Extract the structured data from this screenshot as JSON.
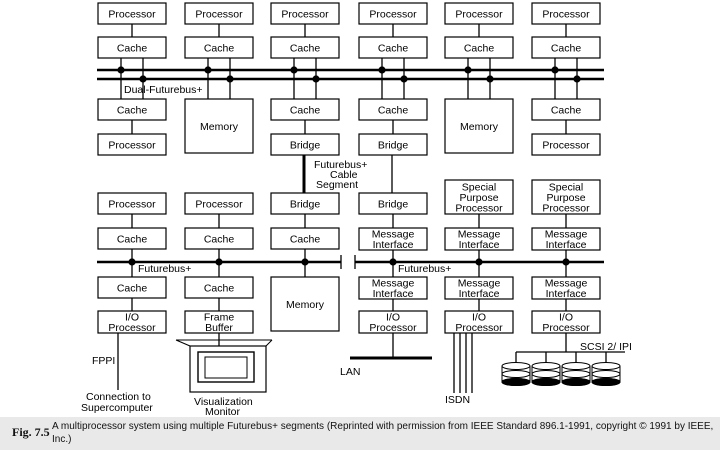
{
  "diagram": {
    "labels": {
      "processor": "Processor",
      "cache": "Cache",
      "memory": "Memory",
      "bridge": "Bridge",
      "message_interface": [
        "Message",
        "Interface"
      ],
      "special_purpose_processor": [
        "Special",
        "Purpose",
        "Processor"
      ],
      "io_processor": [
        "I/O",
        "Processor"
      ],
      "frame_buffer": [
        "Frame",
        "Buffer"
      ],
      "dual_futurebus": "Dual-Futurebus+",
      "futurebus_left": "Futurebus+",
      "futurebus_right": "Futurebus+",
      "cable_segment": [
        "Futurebus+",
        "Cable",
        "Segment"
      ],
      "fppi": "FPPI",
      "connection": [
        "Connection to",
        "Supercomputer"
      ],
      "visualization": [
        "Visualization",
        "Monitor"
      ],
      "lan": "LAN",
      "isdn": "ISDN",
      "scsi": "SCSI 2/ IPI"
    }
  },
  "caption": {
    "figure_number": "Fig. 7.5",
    "text": "A multiprocessor system using multiple Futurebus+ segments (Reprinted with permission from IEEE Standard 896.1-1991, copyright © 1991 by IEEE, Inc.)"
  }
}
